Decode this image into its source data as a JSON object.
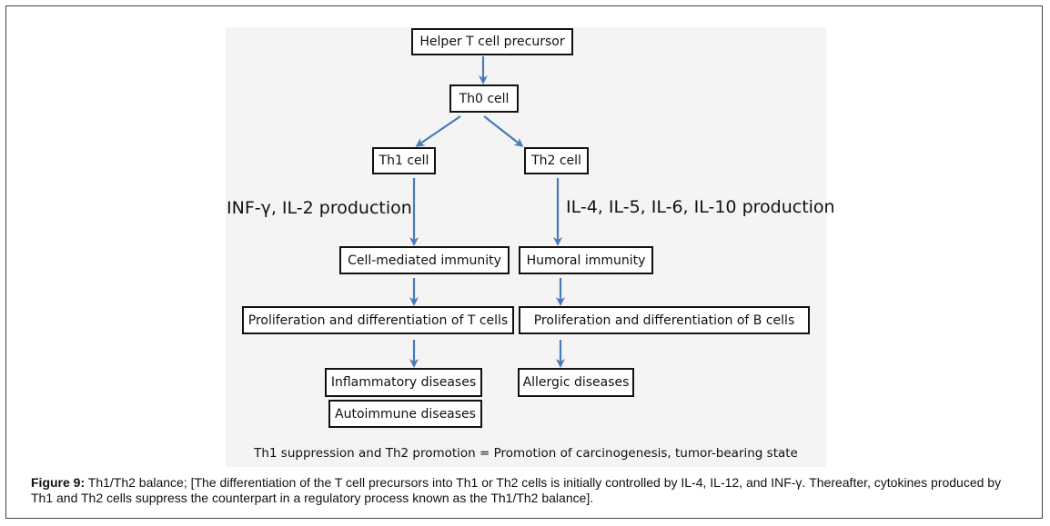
{
  "nodes": {
    "helper_precursor": "Helper T cell precursor",
    "th0": "Th0 cell",
    "th1": "Th1 cell",
    "th2": "Th2 cell",
    "cell_mediated": "Cell-mediated immunity",
    "humoral": "Humoral immunity",
    "prolif_t": "Proliferation and differentiation of T cells",
    "prolif_b": "Proliferation and differentiation of B cells",
    "inflammatory": "Inflammatory diseases",
    "autoimmune": "Autoimmune diseases",
    "allergic": "Allergic diseases"
  },
  "cytokines": {
    "th1_production": "INF-γ, IL-2 production",
    "th2_production": "IL-4, IL-5, IL-6, IL-10 production"
  },
  "summary": "Th1 suppression and Th2 promotion = Promotion of carcinogenesis, tumor-bearing state",
  "caption": {
    "label": "Figure 9:",
    "text": " Th1/Th2 balance; [The differentiation of the T cell precursors into Th1 or Th2 cells is initially controlled by IL-4, IL-12, and INF-γ. Thereafter, cytokines produced by Th1 and Th2 cells suppress the counterpart in a regulatory process known as the Th1/Th2 balance]."
  },
  "colors": {
    "arrow": "#4a7ab8",
    "panel": "#f4f4f4"
  }
}
